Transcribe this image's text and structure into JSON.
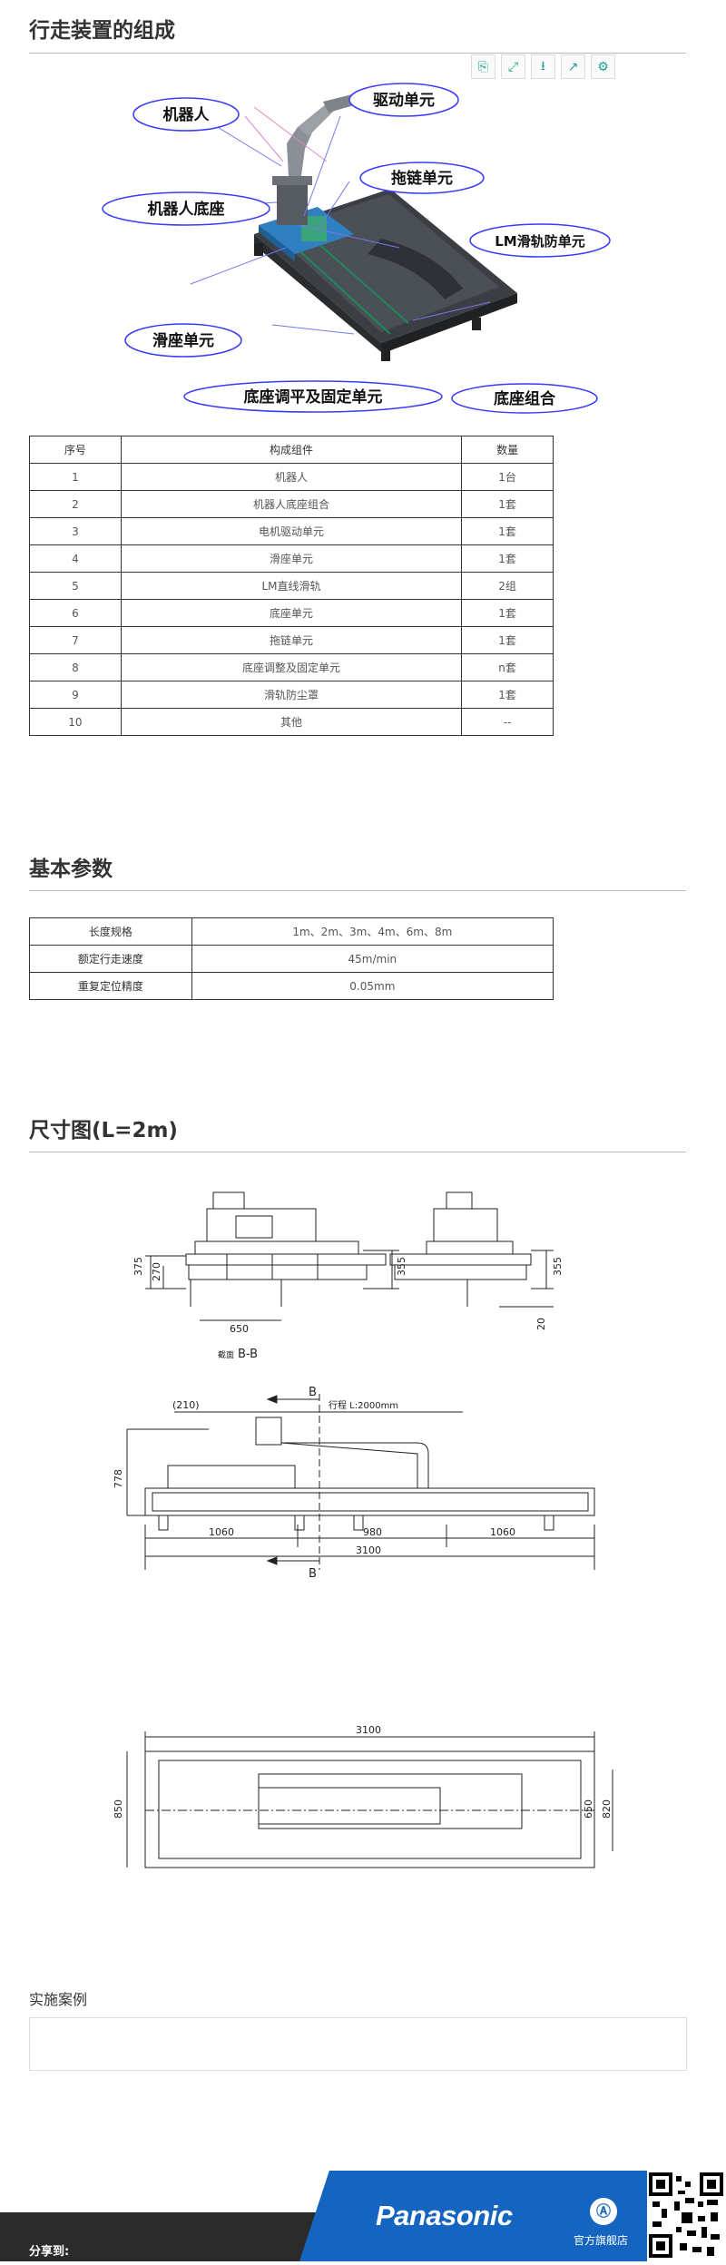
{
  "sections": {
    "composition_title": "行走装置的组成",
    "params_title": "基本参数",
    "dimension_title": "尺寸图(L=2m)"
  },
  "toolbar": {
    "icons": [
      "copy-icon",
      "fullscreen-icon",
      "save-icon",
      "share-icon",
      "settings-icon"
    ]
  },
  "callouts": {
    "robot": "机器人",
    "drive_unit": "驱动单元",
    "robot_base": "机器人底座",
    "drag_chain": "拖链单元",
    "lm_dust": "LM滑轨防单元",
    "slide_unit": "滑座单元",
    "base_adjust": "底座调平及固定单元",
    "base_assembly": "底座组合"
  },
  "composition_table": {
    "headers": [
      "序号",
      "构成组件",
      "数量"
    ],
    "rows": [
      [
        "1",
        "机器人",
        "1台"
      ],
      [
        "2",
        "机器人底座组合",
        "1套"
      ],
      [
        "3",
        "电机驱动单元",
        "1套"
      ],
      [
        "4",
        "滑座单元",
        "1套"
      ],
      [
        "5",
        "LM直线滑轨",
        "2组"
      ],
      [
        "6",
        "底座单元",
        "1套"
      ],
      [
        "7",
        "拖链单元",
        "1套"
      ],
      [
        "8",
        "底座调整及固定单元",
        "n套"
      ],
      [
        "9",
        "滑轨防尘罩",
        "1套"
      ],
      [
        "10",
        "其他",
        "--"
      ]
    ]
  },
  "params_table": {
    "rows": [
      [
        "长度规格",
        "1m、2m、3m、4m、6m、8m"
      ],
      [
        "额定行走速度",
        "45m/min"
      ],
      [
        "重复定位精度",
        "0.05mm"
      ]
    ]
  },
  "drawing": {
    "section_view_label": "B-B",
    "section_prefix": "截面",
    "dims_left": {
      "d375": "375",
      "d270": "270",
      "d355": "355",
      "d650": "650"
    },
    "dims_right": {
      "d355": "355",
      "d20": "20"
    },
    "side": {
      "b_top": "B",
      "b_bottom": "B",
      "d210": "(210)",
      "stroke": "行程 L:2000mm",
      "d778": "778",
      "d1060a": "1060",
      "d980": "980",
      "d1060b": "1060",
      "d3100": "3100"
    },
    "top": {
      "d3100": "3100",
      "d850": "850",
      "d650": "650",
      "d820": "820"
    }
  },
  "case": {
    "label": "实施案例"
  },
  "footer": {
    "share_label": "分享到:",
    "brand": "Panasonic",
    "store_label": "官方旗舰店",
    "colors": {
      "dark": "#2b2b2b",
      "blue": "#1565c0"
    }
  }
}
